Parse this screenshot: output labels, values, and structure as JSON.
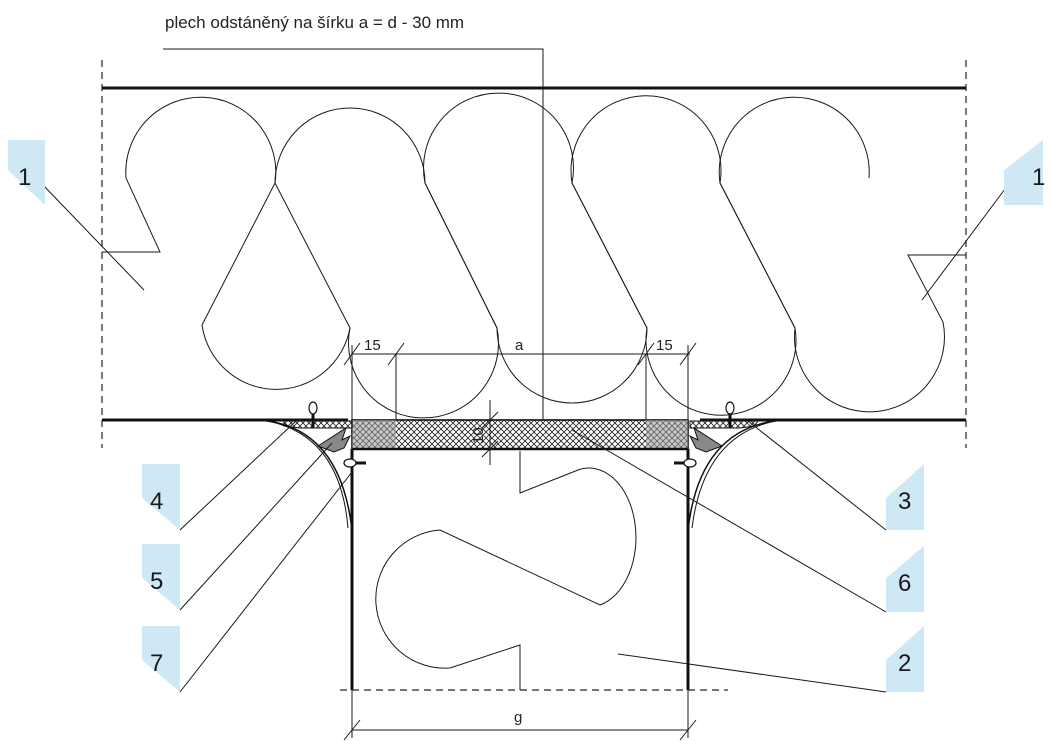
{
  "header_note": "plech odstáněný na šírku a = d - 30 mm",
  "dimensions": {
    "left_offset": "15",
    "right_offset": "15",
    "width_a": "a",
    "thickness": "10",
    "width_g": "g"
  },
  "tags": [
    {
      "id": "tag-1-left",
      "label": "1"
    },
    {
      "id": "tag-1-right",
      "label": "1"
    },
    {
      "id": "tag-4",
      "label": "4"
    },
    {
      "id": "tag-5",
      "label": "5"
    },
    {
      "id": "tag-7",
      "label": "7"
    },
    {
      "id": "tag-3",
      "label": "3"
    },
    {
      "id": "tag-6",
      "label": "6"
    },
    {
      "id": "tag-2",
      "label": "2"
    }
  ],
  "colors": {
    "tag_fill": "#cfe8f6",
    "line": "#111111"
  }
}
